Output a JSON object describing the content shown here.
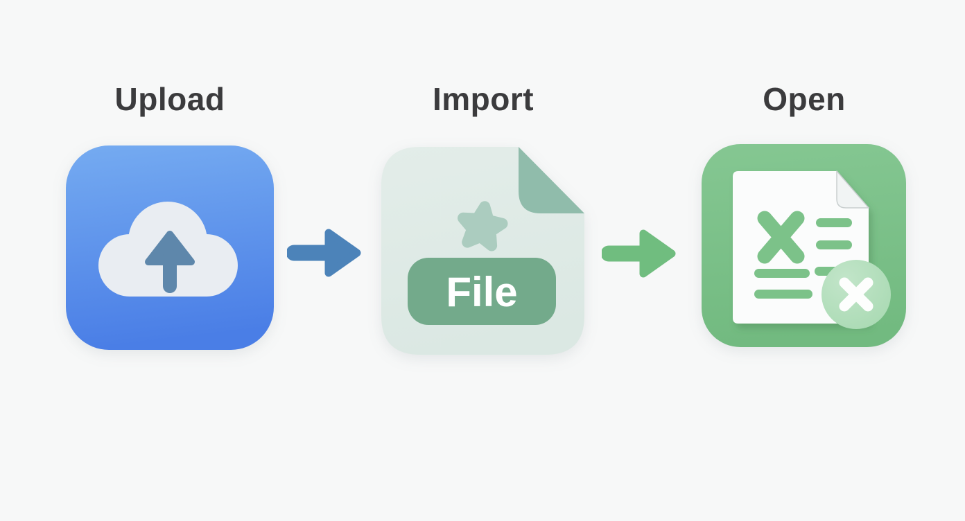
{
  "diagram": {
    "steps": [
      {
        "id": "upload",
        "label": "Upload",
        "icon": "cloud-upload-icon"
      },
      {
        "id": "import",
        "label": "Import",
        "icon": "file-import-icon",
        "file_badge_label": "File"
      },
      {
        "id": "open",
        "label": "Open",
        "icon": "spreadsheet-file-icon",
        "spreadsheet_letter": "X"
      }
    ],
    "connectors": [
      {
        "from": "upload",
        "to": "import",
        "shape": "arrow-right",
        "color": "#4c83b9"
      },
      {
        "from": "import",
        "to": "open",
        "shape": "arrow-right",
        "color": "#70bd7f"
      }
    ]
  },
  "colors": {
    "canvas-bg": "#f7f8f8",
    "title-text": "#3b3b3d",
    "tile-blue-top": "#75abf1",
    "tile-blue-bottom": "#4a7ee6",
    "cloud-fill": "#e9edf2",
    "cloud-arrow": "#5e87ab",
    "connector-blue": "#4c83b9",
    "file-body": "#dbe8e3",
    "file-body-light": "#e3ede9",
    "file-fold": "#90bcab",
    "file-star": "#abccbf",
    "file-badge": "#73aa8b",
    "badge-text": "#ffffff",
    "connector-green": "#70bd7f",
    "tile-green-top": "#85c792",
    "tile-green-bottom": "#72ba80",
    "doc-fill": "#fbfcfc",
    "doc-fold": "#f1f4f4",
    "doc-fold-edge": "#c9cfcf",
    "excel-green": "#7cc289",
    "badge-circle": "#a7d9b1",
    "badge-circle-light": "#c2e5c9",
    "cross-white": "#fdfefd"
  }
}
